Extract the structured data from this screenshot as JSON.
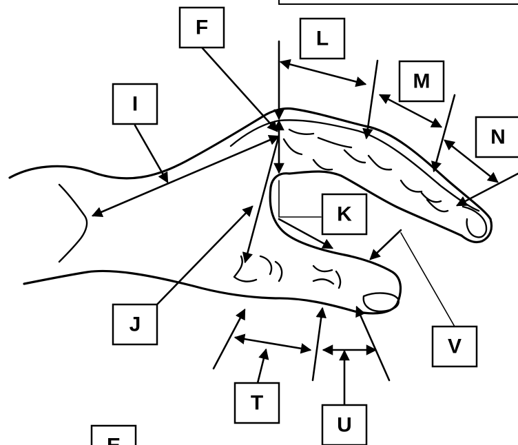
{
  "labels": {
    "F": "F",
    "L": "L",
    "M": "M",
    "I": "I",
    "N": "N",
    "K": "K",
    "J": "J",
    "V": "V",
    "T": "T",
    "U": "U",
    "E": "E"
  }
}
